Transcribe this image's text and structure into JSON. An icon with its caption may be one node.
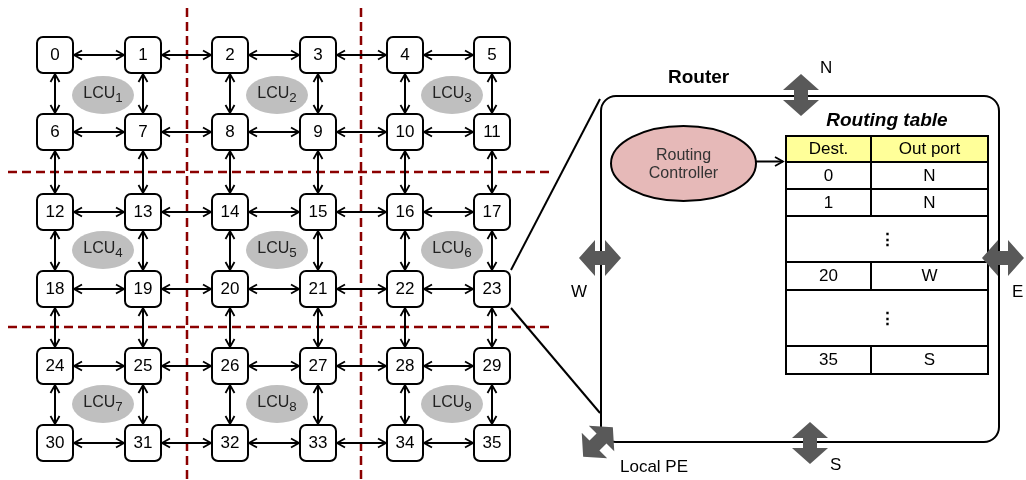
{
  "diagram": {
    "nodes": [
      {
        "text": [
          "0"
        ]
      },
      {
        "text": [
          "1"
        ]
      },
      {
        "text": [
          "2"
        ]
      },
      {
        "text": [
          "3"
        ]
      },
      {
        "text": [
          "4"
        ]
      },
      {
        "text": [
          "5"
        ]
      },
      {
        "text": [
          "6"
        ]
      },
      {
        "text": [
          "7"
        ]
      },
      {
        "text": [
          "8"
        ]
      },
      {
        "text": [
          "9"
        ]
      },
      {
        "text": [
          "10"
        ]
      },
      {
        "text": [
          "11"
        ]
      },
      {
        "text": [
          "12"
        ]
      },
      {
        "text": [
          "13"
        ]
      },
      {
        "text": [
          "14"
        ]
      },
      {
        "text": [
          "15"
        ]
      },
      {
        "text": [
          "16"
        ]
      },
      {
        "text": [
          "17"
        ]
      },
      {
        "text": [
          "18"
        ]
      },
      {
        "text": [
          "19"
        ]
      },
      {
        "text": [
          "20"
        ]
      },
      {
        "text": [
          "21"
        ]
      },
      {
        "text": [
          "22"
        ]
      },
      {
        "text": [
          "23"
        ]
      },
      {
        "text": [
          "24"
        ]
      },
      {
        "text": [
          "25"
        ]
      },
      {
        "text": [
          "26"
        ]
      },
      {
        "text": [
          "27"
        ]
      },
      {
        "text": [
          "28"
        ]
      },
      {
        "text": [
          "29"
        ]
      },
      {
        "text": [
          "30"
        ]
      },
      {
        "text": [
          "31"
        ]
      },
      {
        "text": [
          "32"
        ]
      },
      {
        "text": [
          "33"
        ]
      },
      {
        "text": [
          "34"
        ]
      },
      {
        "text": [
          "35"
        ]
      },
      {
        "text": [
          "LCU$_{1}$"
        ]
      },
      {
        "text": [
          "LCU$_{2}$"
        ]
      },
      {
        "text": [
          "LCU$_{3}$"
        ]
      },
      {
        "text": [
          "LCU$_{4}$"
        ]
      },
      {
        "text": [
          "LCU$_{5}$"
        ]
      },
      {
        "text": [
          "LCU$_{6}$"
        ]
      },
      {
        "text": [
          "LCU$_{7}$"
        ]
      },
      {
        "text": [
          "LCU$_{8}$"
        ]
      },
      {
        "text": [
          "LCU$_{9}$"
        ]
      },
      {
        "text": [
          "Router"
        ]
      },
      {
        "text": [
          "Routing Controller"
        ],
        "in": 45
      },
      {
        "text": [
          "Routing table"
        ],
        "in": 45
      }
    ],
    "edges": [
      {
        "from": 0,
        "to": 1,
        "arrow": "both"
      },
      {
        "from": 1,
        "to": 2,
        "arrow": "both"
      },
      {
        "from": 2,
        "to": 3,
        "arrow": "both"
      },
      {
        "from": 3,
        "to": 4,
        "arrow": "both"
      },
      {
        "from": 4,
        "to": 5,
        "arrow": "both"
      },
      {
        "from": 0,
        "to": 6,
        "arrow": "both"
      },
      {
        "from": 1,
        "to": 7,
        "arrow": "both"
      },
      {
        "from": 2,
        "to": 8,
        "arrow": "both"
      },
      {
        "from": 3,
        "to": 9,
        "arrow": "both"
      },
      {
        "from": 4,
        "to": 10,
        "arrow": "both"
      },
      {
        "from": 5,
        "to": 11,
        "arrow": "both"
      },
      {
        "from": 6,
        "to": 7,
        "arrow": "both"
      },
      {
        "from": 7,
        "to": 8,
        "arrow": "both"
      },
      {
        "from": 8,
        "to": 9,
        "arrow": "both"
      },
      {
        "from": 9,
        "to": 10,
        "arrow": "both"
      },
      {
        "from": 10,
        "to": 11,
        "arrow": "both"
      },
      {
        "from": 6,
        "to": 12,
        "arrow": "both"
      },
      {
        "from": 7,
        "to": 13,
        "arrow": "both"
      },
      {
        "from": 8,
        "to": 14,
        "arrow": "both"
      },
      {
        "from": 9,
        "to": 15,
        "arrow": "both"
      },
      {
        "from": 10,
        "to": 16,
        "arrow": "both"
      },
      {
        "from": 11,
        "to": 17,
        "arrow": "both"
      },
      {
        "from": 12,
        "to": 13,
        "arrow": "both"
      },
      {
        "from": 13,
        "to": 14,
        "arrow": "both"
      },
      {
        "from": 14,
        "to": 15,
        "arrow": "both"
      },
      {
        "from": 15,
        "to": 16,
        "arrow": "both"
      },
      {
        "from": 16,
        "to": 17,
        "arrow": "both"
      },
      {
        "from": 12,
        "to": 18,
        "arrow": "both"
      },
      {
        "from": 13,
        "to": 19,
        "arrow": "both"
      },
      {
        "from": 14,
        "to": 20,
        "arrow": "both"
      },
      {
        "from": 15,
        "to": 21,
        "arrow": "both"
      },
      {
        "from": 16,
        "to": 22,
        "arrow": "both"
      },
      {
        "from": 17,
        "to": 23,
        "arrow": "both"
      },
      {
        "from": 18,
        "to": 19,
        "arrow": "both"
      },
      {
        "from": 19,
        "to": 20,
        "arrow": "both"
      },
      {
        "from": 20,
        "to": 21,
        "arrow": "both"
      },
      {
        "from": 21,
        "to": 22,
        "arrow": "both"
      },
      {
        "from": 22,
        "to": 23,
        "arrow": "both"
      },
      {
        "from": 18,
        "to": 24,
        "arrow": "both"
      },
      {
        "from": 19,
        "to": 25,
        "arrow": "both"
      },
      {
        "from": 20,
        "to": 26,
        "arrow": "both"
      },
      {
        "from": 21,
        "to": 27,
        "arrow": "both"
      },
      {
        "from": 22,
        "to": 28,
        "arrow": "both"
      },
      {
        "from": 23,
        "to": 29,
        "arrow": "both"
      },
      {
        "from": 24,
        "to": 25,
        "arrow": "both"
      },
      {
        "from": 25,
        "to": 26,
        "arrow": "both"
      },
      {
        "from": 26,
        "to": 27,
        "arrow": "both"
      },
      {
        "from": 27,
        "to": 28,
        "arrow": "both"
      },
      {
        "from": 28,
        "to": 29,
        "arrow": "both"
      },
      {
        "from": 24,
        "to": 30,
        "arrow": "both"
      },
      {
        "from": 25,
        "to": 31,
        "arrow": "both"
      },
      {
        "from": 26,
        "to": 32,
        "arrow": "both"
      },
      {
        "from": 27,
        "to": 33,
        "arrow": "both"
      },
      {
        "from": 28,
        "to": 34,
        "arrow": "both"
      },
      {
        "from": 29,
        "to": 35,
        "arrow": "both"
      },
      {
        "from": 30,
        "to": 31,
        "arrow": "both"
      },
      {
        "from": 31,
        "to": 32,
        "arrow": "both"
      },
      {
        "from": 32,
        "to": 33,
        "arrow": "both"
      },
      {
        "from": 33,
        "to": 34,
        "arrow": "both"
      },
      {
        "from": 34,
        "to": 35,
        "arrow": "both"
      },
      {
        "from": 23,
        "to": 45,
        "arrow": "none"
      },
      {
        "from": 23,
        "to": 45,
        "arrow": "none"
      },
      {
        "from": 46,
        "to": 47,
        "arrow": "to"
      }
    ],
    "labels": [
      "N",
      "W",
      "E",
      "Local PE",
      "S",
      "Dest.",
      "Out port",
      "0",
      "N",
      "1",
      "N",
      "⋮",
      "20",
      "W",
      "⋮",
      "35",
      "S"
    ]
  }
}
